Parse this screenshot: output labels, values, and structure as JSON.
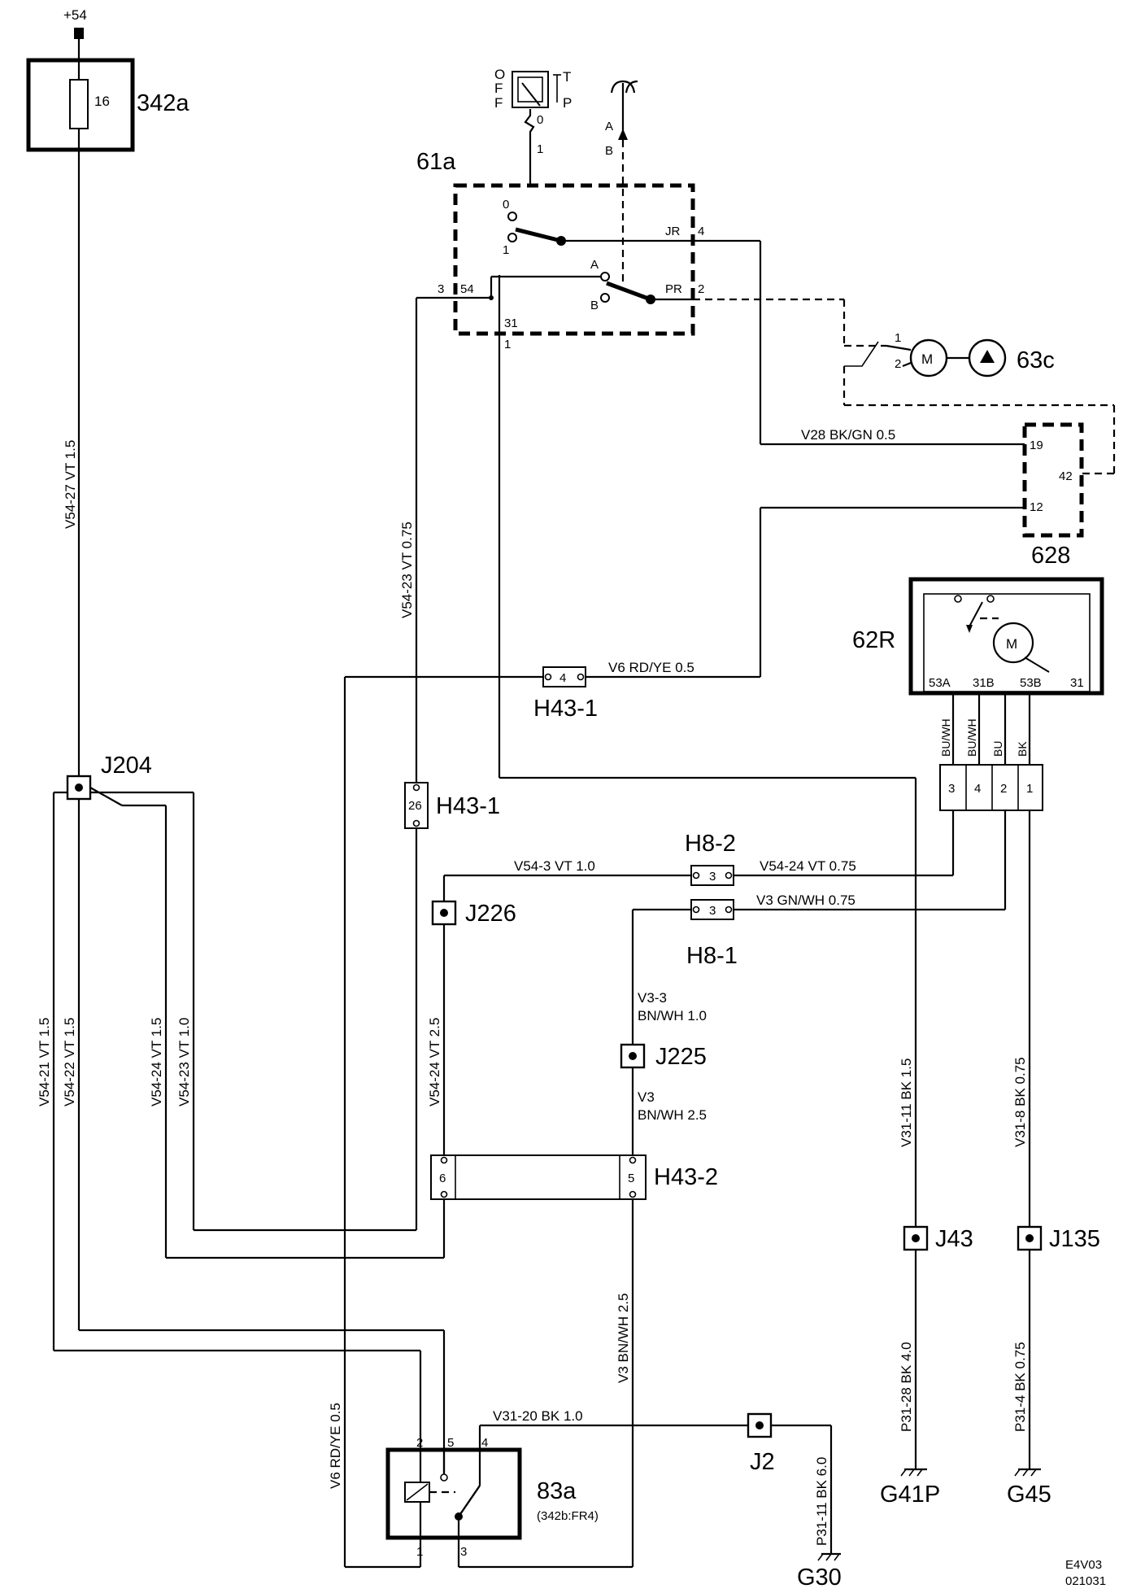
{
  "supply": "+54",
  "corner_code": [
    "E4V03",
    "021031"
  ],
  "components": {
    "fuse_block": "342a",
    "fuse_number": "16",
    "switch": "61a",
    "switch_positions": [
      "O",
      "F",
      "F",
      "T",
      "P"
    ],
    "switch_pos_zero": "0",
    "switch_pins": {
      "p0": "0",
      "p1": "1",
      "pA": "A",
      "pB": "B",
      "jr": "JR",
      "pr": "PR",
      "n4": "4",
      "n2": "2",
      "n3": "3",
      "n54": "54",
      "n31": "31",
      "n1": "1",
      "top1": "1",
      "topA": "A",
      "topB": "B"
    },
    "washer_pump": "63c",
    "pump_pins": [
      "1",
      "2"
    ],
    "motor_symbol": "M",
    "module": "628",
    "module_pins": [
      "19",
      "42",
      "12"
    ],
    "wiper_motor": "62R",
    "wiper_pins": [
      "53A",
      "31B",
      "53B",
      "31"
    ],
    "wiper_wire_colors": [
      "BU/WH",
      "BU/WH",
      "BU",
      "BK"
    ],
    "wiper_connector_pins": [
      "3",
      "4",
      "2",
      "1"
    ],
    "relay": "83a",
    "relay_note": "(342b:FR4)",
    "relay_pins": [
      "2",
      "5",
      "4",
      "1",
      "3"
    ]
  },
  "connectors": {
    "h43_1_top": "H43-1",
    "h43_1_top_pin": "4",
    "h43_1_mid": "H43-1",
    "h43_1_mid_pin": "26",
    "h8_2": "H8-2",
    "h8_2_pin": "3",
    "h8_1": "H8-1",
    "h8_1_pin": "3",
    "h43_2": "H43-2",
    "h43_2_pins": [
      "6",
      "5"
    ]
  },
  "junctions": {
    "j204": "J204",
    "j226": "J226",
    "j225": "J225",
    "j43": "J43",
    "j135": "J135",
    "j2": "J2"
  },
  "grounds": {
    "g41p": "G41P",
    "g45": "G45",
    "g30": "G30"
  },
  "wires": {
    "v54_27": "V54-27  VT  1.5",
    "v54_23_top": "V54-23  VT  0.75",
    "v28": "V28   BK/GN  0.5",
    "v6_top": "V6   RD/YE  0.5",
    "v54_3": "V54-3  VT    1.0",
    "v54_24_top": "V54-24  VT  0.75",
    "v3_top": "V3   GN/WH  0.75",
    "v3_3_a": "V3-3",
    "v3_3_b": "BN/WH  1.0",
    "v3_a": "V3",
    "v3_b": "BN/WH  2.5",
    "v54_21": "V54-21  VT  1.5",
    "v54_22": "V54-22  VT  1.5",
    "v54_24_left": "V54-24  VT  1.5",
    "v54_23_left": "V54-23  VT  1.0",
    "v54_24_mid": "V54-24  VT  2.5",
    "v31_11": "V31-11  BK  1.5",
    "v31_8": "V31-8  BK  0.75",
    "v3_low": "V3  BN/WH  2.5",
    "v31_20": "V31-20   BK   1.0",
    "v6_low": "V6   RD/YE  0.5",
    "p31_28": "P31-28  BK  4.0",
    "p31_4": "P31-4  BK  0.75",
    "p31_11": "P31-11  BK  6.0"
  }
}
